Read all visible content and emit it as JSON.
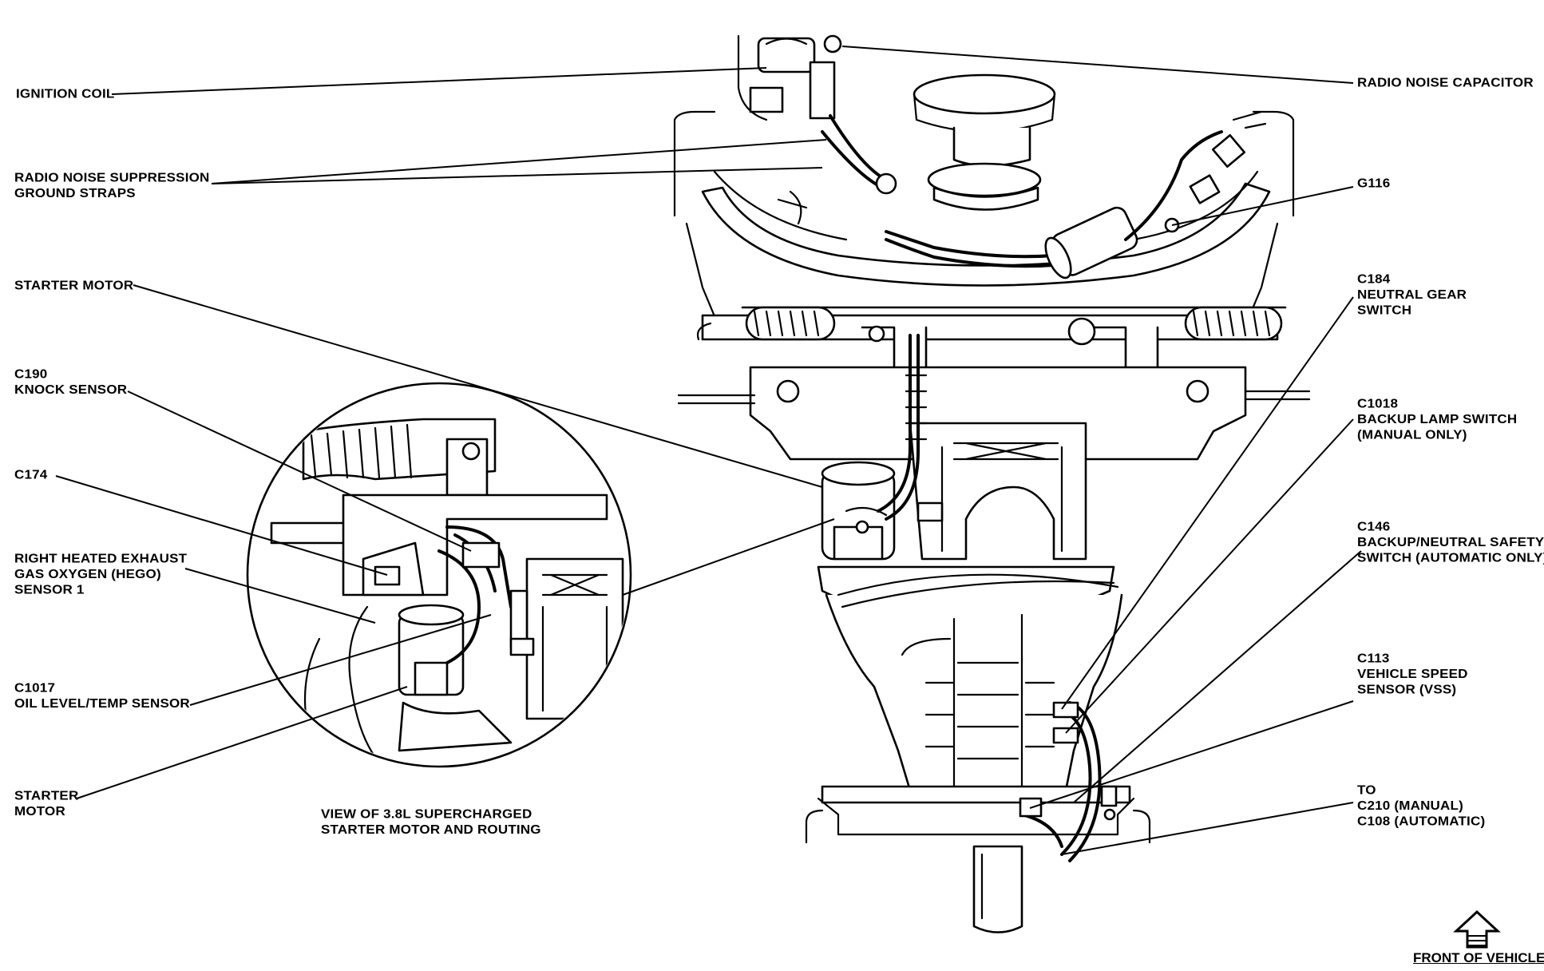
{
  "labels": {
    "ignition_coil": [
      "IGNITION COIL"
    ],
    "radio_noise_capacitor": [
      "RADIO NOISE CAPACITOR"
    ],
    "ground_straps": [
      "RADIO NOISE SUPPRESSION",
      "GROUND STRAPS"
    ],
    "g116": [
      "G116"
    ],
    "starter_motor_top": [
      "STARTER MOTOR"
    ],
    "c184": [
      "C184",
      "NEUTRAL GEAR",
      "SWITCH"
    ],
    "c190": [
      "C190",
      "KNOCK SENSOR"
    ],
    "c1018": [
      "C1018",
      "BACKUP LAMP SWITCH",
      "(MANUAL ONLY)"
    ],
    "c174": [
      "C174"
    ],
    "c146": [
      "C146",
      "BACKUP/NEUTRAL SAFETY",
      "SWITCH (AUTOMATIC ONLY)"
    ],
    "hego": [
      "RIGHT HEATED EXHAUST",
      "GAS OXYGEN (HEGO)",
      "SENSOR 1"
    ],
    "c113": [
      "C113",
      "VEHICLE SPEED",
      "SENSOR (VSS)"
    ],
    "c1017": [
      "C1017",
      "OIL LEVEL/TEMP SENSOR"
    ],
    "starter_motor_bottom": [
      "STARTER",
      "MOTOR"
    ],
    "view_caption": [
      "VIEW OF 3.8L SUPERCHARGED",
      "STARTER MOTOR AND ROUTING"
    ],
    "to_connectors": [
      "TO",
      "C210 (MANUAL)",
      "C108 (AUTOMATIC)"
    ],
    "front_of_vehicle": "FRONT OF VEHICLE"
  },
  "icons": {
    "front_arrow": "up-arrow-icon"
  },
  "colors": {
    "ink": "#000000",
    "paper": "#ffffff"
  }
}
